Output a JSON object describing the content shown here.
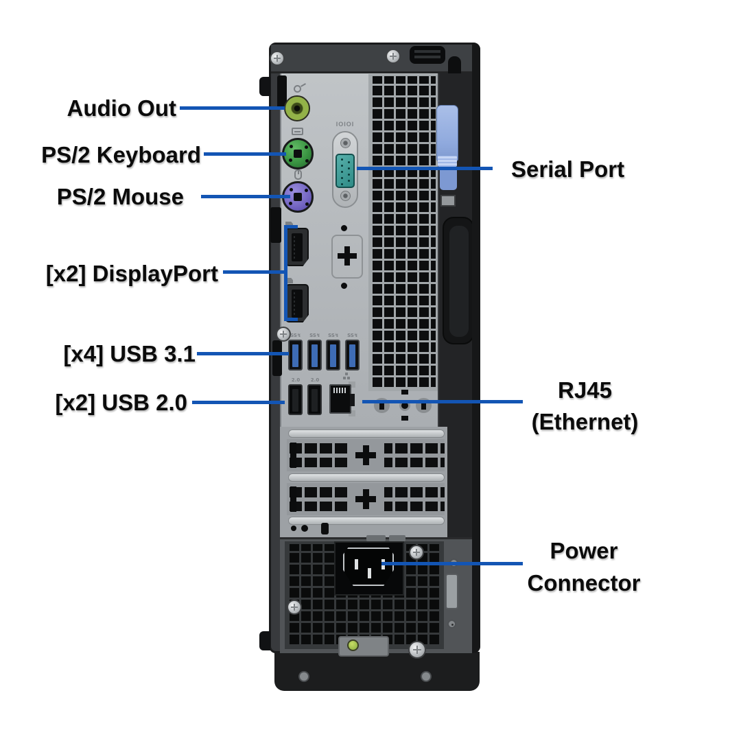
{
  "diagram": {
    "subject": "Rear panel port diagram of a small-form-factor desktop computer",
    "background": "#ffffff",
    "callout_line_color": "#1355b4",
    "label_text_color": "#0b0b0b"
  },
  "labels": {
    "audio": "Audio Out",
    "keyboard": "PS/2 Keyboard",
    "mouse": "PS/2 Mouse",
    "displayport": "[x2] DisplayPort",
    "usb3": "[x4] USB 3.1",
    "usb2": "[x2] USB 2.0",
    "serial": "Serial Port",
    "rj45_line1": "RJ45",
    "rj45_line2": "(Ethernet)",
    "power_line1": "Power",
    "power_line2": "Connector"
  },
  "panel_markings": {
    "serial": "IOIOI",
    "usb3": "SS↯",
    "usb2": "2.0"
  },
  "port_colors": {
    "audio_out_ring": "#93b248",
    "ps2_keyboard": "#3a9442",
    "ps2_mouse": "#7668c4",
    "serial_connector": "#2f8b86",
    "usb3_tongue": "#3e6cb5",
    "release_latch": "#8fa9dd",
    "power_led": "#a4c93c"
  }
}
